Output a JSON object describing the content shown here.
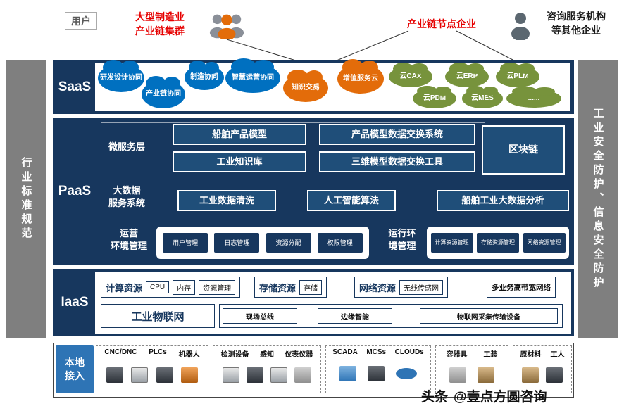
{
  "colors": {
    "layer_navy": "#17375E",
    "box_blue": "#1F4E79",
    "cloud_blue": "#0070C0",
    "cloud_orange": "#E36C0A",
    "cloud_green": "#77933C",
    "sidebar_gray": "#7F7F7F",
    "title_red": "#E60000",
    "local_access_blue": "#2E74B5"
  },
  "users": {
    "label": "用户",
    "group1_label": "大型制造业\n产业链集群",
    "group1_icon": "people-group-icon",
    "group2_label": "产业链节点企业",
    "group3_label": "咨询服务机构\n等其他企业",
    "group3_icon": "person-icon"
  },
  "sidebars": {
    "left": "行业标准规范",
    "right": "工业安全防护、信息安全防护"
  },
  "saas": {
    "label": "SaaS",
    "clouds": [
      {
        "label": "研发设计协同",
        "color": "blue"
      },
      {
        "label": "产业链协同",
        "color": "blue"
      },
      {
        "label": "制造协同",
        "color": "blue"
      },
      {
        "label": "智慧运营协同",
        "color": "blue"
      },
      {
        "label": "知识交易",
        "color": "orange"
      },
      {
        "label": "增值服务云",
        "color": "orange"
      },
      {
        "label": "云CAX",
        "color": "green"
      },
      {
        "label": "云ERP",
        "color": "green"
      },
      {
        "label": "云PLM",
        "color": "green"
      },
      {
        "label": "云PDM",
        "color": "green"
      },
      {
        "label": "云MES",
        "color": "green"
      },
      {
        "label": "......",
        "color": "green"
      }
    ]
  },
  "paas": {
    "label": "PaaS",
    "microservice_label": "微服务层",
    "micro_boxes": [
      "船舶产品模型",
      "产品模型数据交换系统",
      "工业知识库",
      "三维模型数据交换工具"
    ],
    "blockchain": "区块链",
    "bigdata_label": "大数据\n服务系统",
    "bigdata_boxes": [
      "工业数据清洗",
      "人工智能算法",
      "船舶工业大数据分析"
    ],
    "ops_label": "运营\n环境管理",
    "ops_boxes": [
      "用户管理",
      "日志管理",
      "资源分配",
      "权限管理"
    ],
    "runtime_label": "运行环\n境管理",
    "runtime_boxes": [
      "计算资源管理",
      "存储资源管理",
      "网络资源管理"
    ]
  },
  "iaas": {
    "label": "IaaS",
    "compute_label": "计算资源",
    "compute_boxes": [
      "CPU",
      "内存",
      "资源管理"
    ],
    "storage_label": "存储资源",
    "storage_boxes": [
      "存储"
    ],
    "network_label": "网络资源",
    "network_boxes": [
      "无线传感网"
    ],
    "bandwidth_box": "多业务高带宽网络",
    "iot_label": "工业物联网",
    "iot_boxes": [
      "现场总线",
      "边缘智能",
      "物联网采集传输设备"
    ]
  },
  "local": {
    "label": "本地\n接入",
    "groups": [
      {
        "items": [
          "CNC/DNC",
          "PLCs",
          "机器人"
        ]
      },
      {
        "items": [
          "检测设备",
          "感知",
          "仪表仪器"
        ]
      },
      {
        "items": [
          "SCADA",
          "MCSs",
          "CLOUDs"
        ]
      },
      {
        "items": [
          "容器具",
          "工装"
        ]
      },
      {
        "items": [
          "原材料",
          "工人"
        ]
      }
    ]
  },
  "watermark": {
    "brand": "头条",
    "handle": "@壹点方圆咨询"
  }
}
